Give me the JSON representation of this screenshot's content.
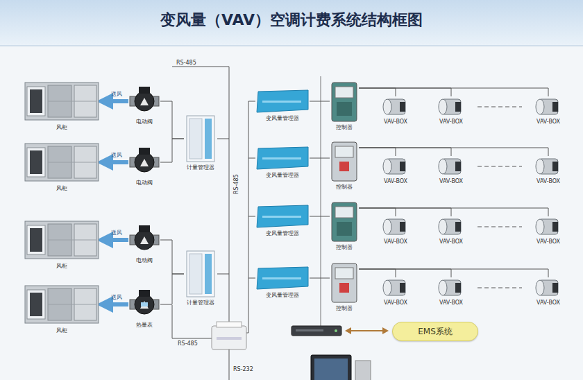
{
  "diagram": {
    "title": "变风量（VAV）空调计费系统结构框图",
    "nodes": [
      {
        "text": [
          "风柜"
        ]
      },
      {
        "text": [
          "风柜"
        ]
      },
      {
        "text": [
          "风柜"
        ]
      },
      {
        "text": [
          "风柜"
        ]
      },
      {
        "text": [
          "电动阀"
        ]
      },
      {
        "text": [
          "电动阀"
        ]
      },
      {
        "text": [
          "电动阀"
        ]
      },
      {
        "text": [
          "热量表"
        ]
      },
      {
        "text": [
          "计量管理器"
        ]
      },
      {
        "text": [
          "计量管理器"
        ]
      },
      {
        "text": [
          "变风量管理器"
        ]
      },
      {
        "text": [
          "变风量管理器"
        ]
      },
      {
        "text": [
          "变风量管理器"
        ]
      },
      {
        "text": [
          "变风量管理器"
        ]
      },
      {
        "text": [
          "控制器"
        ]
      },
      {
        "text": [
          "控制器"
        ]
      },
      {
        "text": [
          "控制器"
        ]
      },
      {
        "text": [
          "控制器"
        ]
      },
      {
        "text": [
          "VAV-BOX"
        ]
      },
      {
        "text": [
          "VAV-BOX"
        ]
      },
      {
        "text": [
          "VAV-BOX"
        ]
      },
      {
        "text": [
          "VAV-BOX"
        ]
      },
      {
        "text": [
          "VAV-BOX"
        ]
      },
      {
        "text": [
          "VAV-BOX"
        ]
      },
      {
        "text": [
          "VAV-BOX"
        ]
      },
      {
        "text": [
          "VAV-BOX"
        ]
      },
      {
        "text": [
          "VAV-BOX"
        ]
      },
      {
        "text": [
          "VAV-BOX"
        ]
      },
      {
        "text": [
          "VAV-BOX"
        ]
      },
      {
        "text": [
          "VAV-BOX"
        ]
      },
      {
        "text": [
          "EMS系统"
        ]
      }
    ],
    "edges": [
      {
        "from": 4,
        "to": 0,
        "arrow": "to",
        "label": "送风"
      },
      {
        "from": 5,
        "to": 1,
        "arrow": "to",
        "label": "送风"
      },
      {
        "from": 6,
        "to": 2,
        "arrow": "to",
        "label": "送风"
      },
      {
        "from": 7,
        "to": 3,
        "arrow": "to",
        "label": "送风"
      },
      {
        "from": 4,
        "to": 8,
        "arrow": "none"
      },
      {
        "from": 5,
        "to": 8,
        "arrow": "none"
      },
      {
        "from": 6,
        "to": 9,
        "arrow": "none"
      },
      {
        "from": 7,
        "to": 9,
        "arrow": "none"
      },
      {
        "from": 10,
        "to": 14,
        "arrow": "none"
      },
      {
        "from": 11,
        "to": 15,
        "arrow": "none"
      },
      {
        "from": 12,
        "to": 16,
        "arrow": "none"
      },
      {
        "from": 13,
        "to": 17,
        "arrow": "none"
      },
      {
        "from": 14,
        "to": 18,
        "arrow": "none"
      },
      {
        "from": 14,
        "to": 19,
        "arrow": "none"
      },
      {
        "from": 14,
        "to": 20,
        "arrow": "none"
      },
      {
        "from": 15,
        "to": 21,
        "arrow": "none"
      },
      {
        "from": 15,
        "to": 22,
        "arrow": "none"
      },
      {
        "from": 15,
        "to": 23,
        "arrow": "none"
      },
      {
        "from": 16,
        "to": 24,
        "arrow": "none"
      },
      {
        "from": 16,
        "to": 25,
        "arrow": "none"
      },
      {
        "from": 16,
        "to": 26,
        "arrow": "none"
      },
      {
        "from": 17,
        "to": 27,
        "arrow": "none"
      },
      {
        "from": 17,
        "to": 28,
        "arrow": "none"
      },
      {
        "from": 17,
        "to": 29,
        "arrow": "none"
      }
    ],
    "labels": [
      "RS-485",
      "RS-485",
      "RS-485",
      "RS-232"
    ]
  }
}
